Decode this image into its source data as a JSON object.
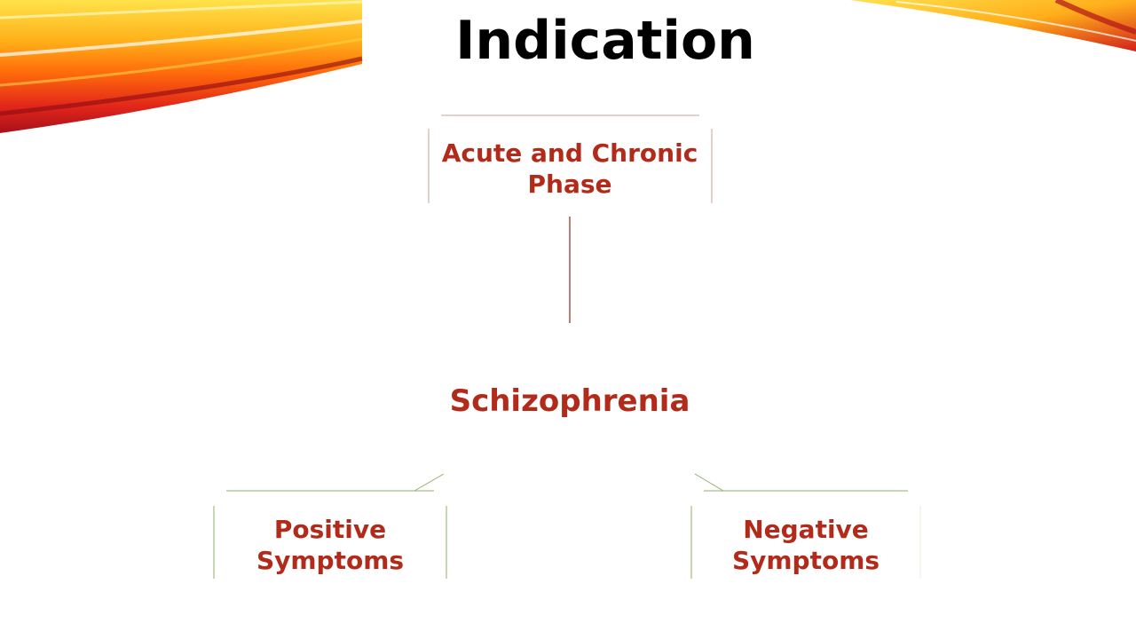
{
  "title": "Indication",
  "diagram": {
    "center": "Schizophrenia",
    "branches": [
      {
        "id": "acute",
        "label": "Acute and Chronic Phase"
      },
      {
        "id": "positive",
        "label": "Positive Symptoms"
      },
      {
        "id": "negative",
        "label": "Negative Symptoms"
      }
    ]
  },
  "colors": {
    "node_text": "#b22a1a",
    "title_text": "#000000",
    "connector_top": "#8b2a1e",
    "connector_bottom": "#93ad6a",
    "ribbon_light": "#ffd21a",
    "ribbon_mid": "#ff6a00",
    "ribbon_dark": "#c0141e"
  }
}
